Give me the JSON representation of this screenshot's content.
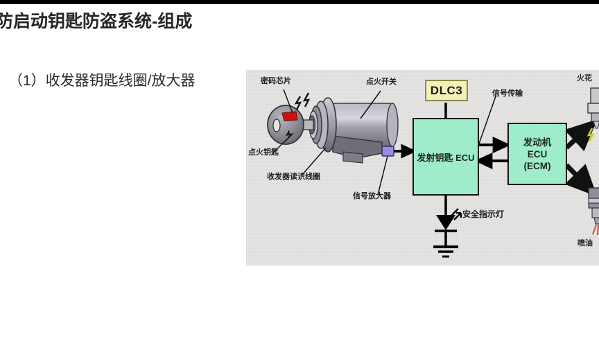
{
  "slide": {
    "title": "防启动钥匙防盗系统-组成",
    "subtitle": "（1）收发器钥匙线圈/放大器"
  },
  "diagram": {
    "labels": {
      "chip": "密码芯片",
      "ignition_switch": "点火开关",
      "ignition_key": "点火钥匙",
      "transceiver_coil": "收发器读识线圈",
      "signal_amplifier": "信号放大器",
      "signal_transmission": "信号传输",
      "security_indicator": "安全指示灯",
      "spark_plug": "火花",
      "injector": "喷油"
    },
    "boxes": {
      "dlc3": "DLC3",
      "transponder_ecu": "发射钥匙 ECU",
      "engine_ecu": "发动机\nECU\n(ECM)"
    },
    "colors": {
      "panel_bg": "#e7e5e3",
      "ecu_fill": "#9eecc9",
      "ecu_border": "#111111",
      "dlc3_fill": "#f2f2b8",
      "dlc3_border": "#8a8a4a",
      "amplifier_fill": "#9b8ce0",
      "chip_red": "#cc1111",
      "key_body_gray": "#8e8e96",
      "switch_gray": "#9a9aa2",
      "wire_black": "#000000",
      "spark_yellow": "#c8d02a",
      "spray_red": "#d05a4a"
    }
  }
}
